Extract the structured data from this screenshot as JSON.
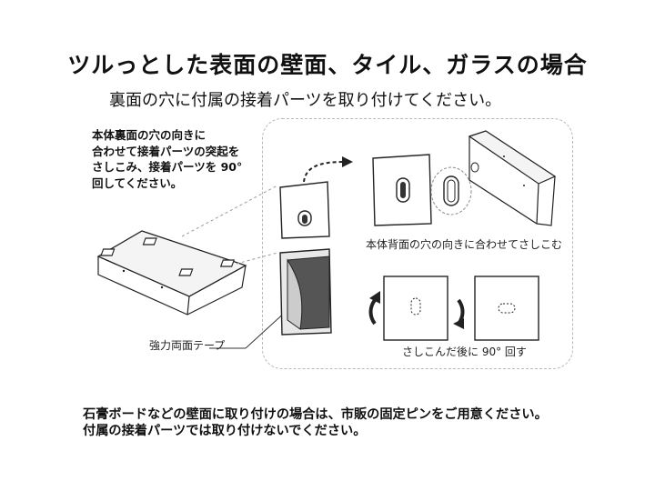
{
  "title": "ツルっとした表面の壁面、タイル、ガラスの場合",
  "subtitle": "裏面の穴に付属の接着パーツを取り付けてください。",
  "instruction_lines": [
    "本体裏面の穴の向きに",
    "合わせて接着パーツの突起を",
    "さしこみ、接着パーツを 90°",
    "回してください。"
  ],
  "captions": {
    "insert": "本体背面の穴の向きに合わせてさしこむ",
    "tape": "強力両面テープ",
    "rotate": "さしこんだ後に 90° 回す"
  },
  "footer_lines": [
    "石膏ボードなどの壁面に取り付けの場合は、市販の固定ピンをご用意ください。",
    "付属の接着パーツでは取り付けないでください。"
  ],
  "icons": [
    "box-back-icon",
    "plate-with-slot-icon",
    "tape-sheet-icon",
    "dashed-arrow-icon",
    "box-side-icon",
    "rotate-arrow-icon"
  ]
}
